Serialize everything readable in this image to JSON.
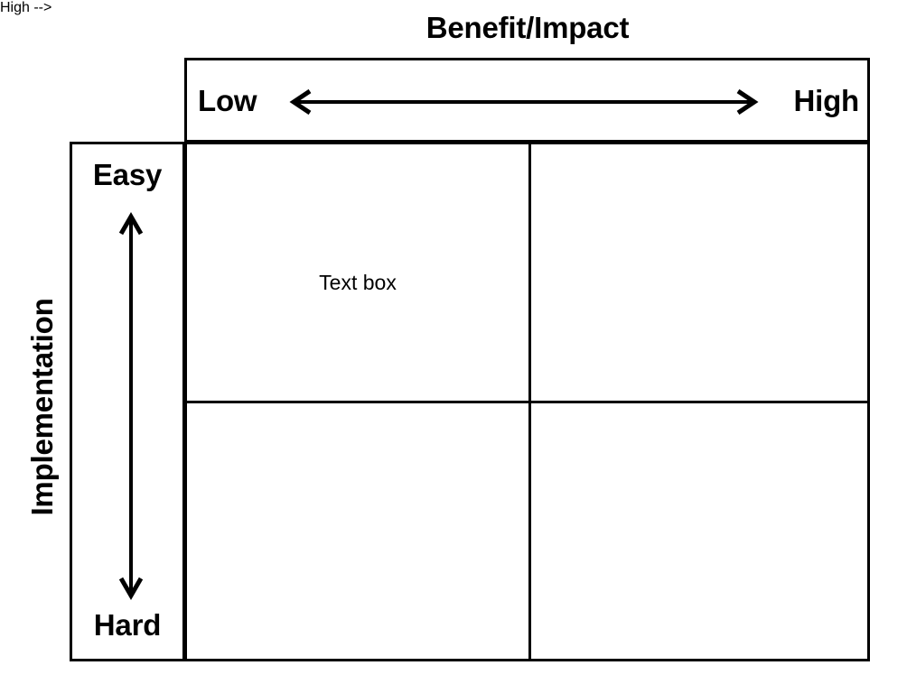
{
  "diagram": {
    "type": "2x2-prioritization-matrix",
    "x_axis": {
      "title": "Benefit/Impact",
      "low_label": "Low",
      "high_label": "High",
      "arrow": "double-headed-horizontal-arrow"
    },
    "y_axis": {
      "title": "Implementation",
      "top_label": "Easy",
      "bottom_label": "Hard",
      "arrow": "double-headed-vertical-arrow"
    },
    "quadrants": [
      {
        "id": "top-left",
        "x": "Low",
        "y": "Easy",
        "content": "Text box"
      },
      {
        "id": "top-right",
        "x": "High",
        "y": "Easy",
        "content": ""
      },
      {
        "id": "bottom-left",
        "x": "Low",
        "y": "Hard",
        "content": ""
      },
      {
        "id": "bottom-right",
        "x": "High",
        "y": "Hard",
        "content": ""
      }
    ],
    "colors": {
      "line": "#000000",
      "background": "#FFFFFF",
      "text": "#000000"
    }
  }
}
